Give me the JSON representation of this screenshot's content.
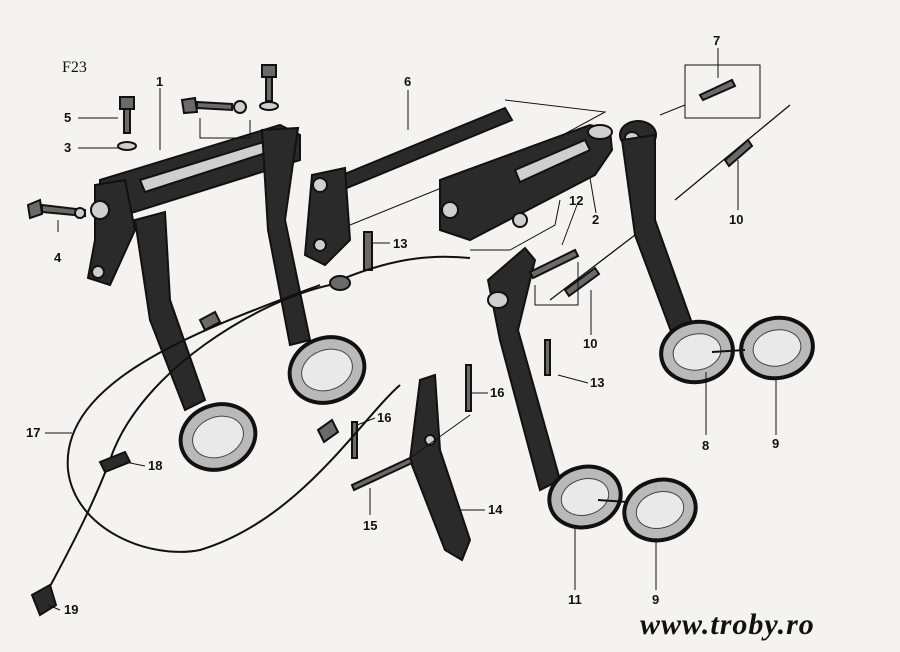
{
  "figure_id": "F23",
  "watermark": "www.troby.ro",
  "callouts": [
    "1",
    "2",
    "3",
    "4",
    "5",
    "6",
    "7",
    "8",
    "9",
    "9",
    "10",
    "10",
    "11",
    "12",
    "13",
    "13",
    "14",
    "15",
    "16",
    "16",
    "17",
    "18",
    "19"
  ]
}
